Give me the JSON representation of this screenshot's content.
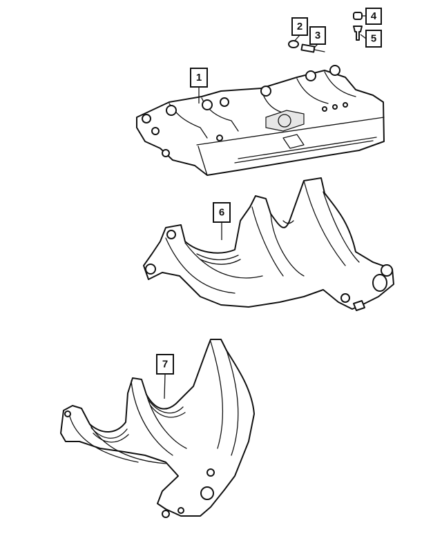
{
  "callouts": [
    {
      "id": "1",
      "label": "1"
    },
    {
      "id": "2",
      "label": "2"
    },
    {
      "id": "3",
      "label": "3"
    },
    {
      "id": "4",
      "label": "4"
    },
    {
      "id": "5",
      "label": "5"
    },
    {
      "id": "6",
      "label": "6"
    },
    {
      "id": "7",
      "label": "7"
    }
  ],
  "colors": {
    "line": "#111111",
    "background": "#ffffff"
  }
}
